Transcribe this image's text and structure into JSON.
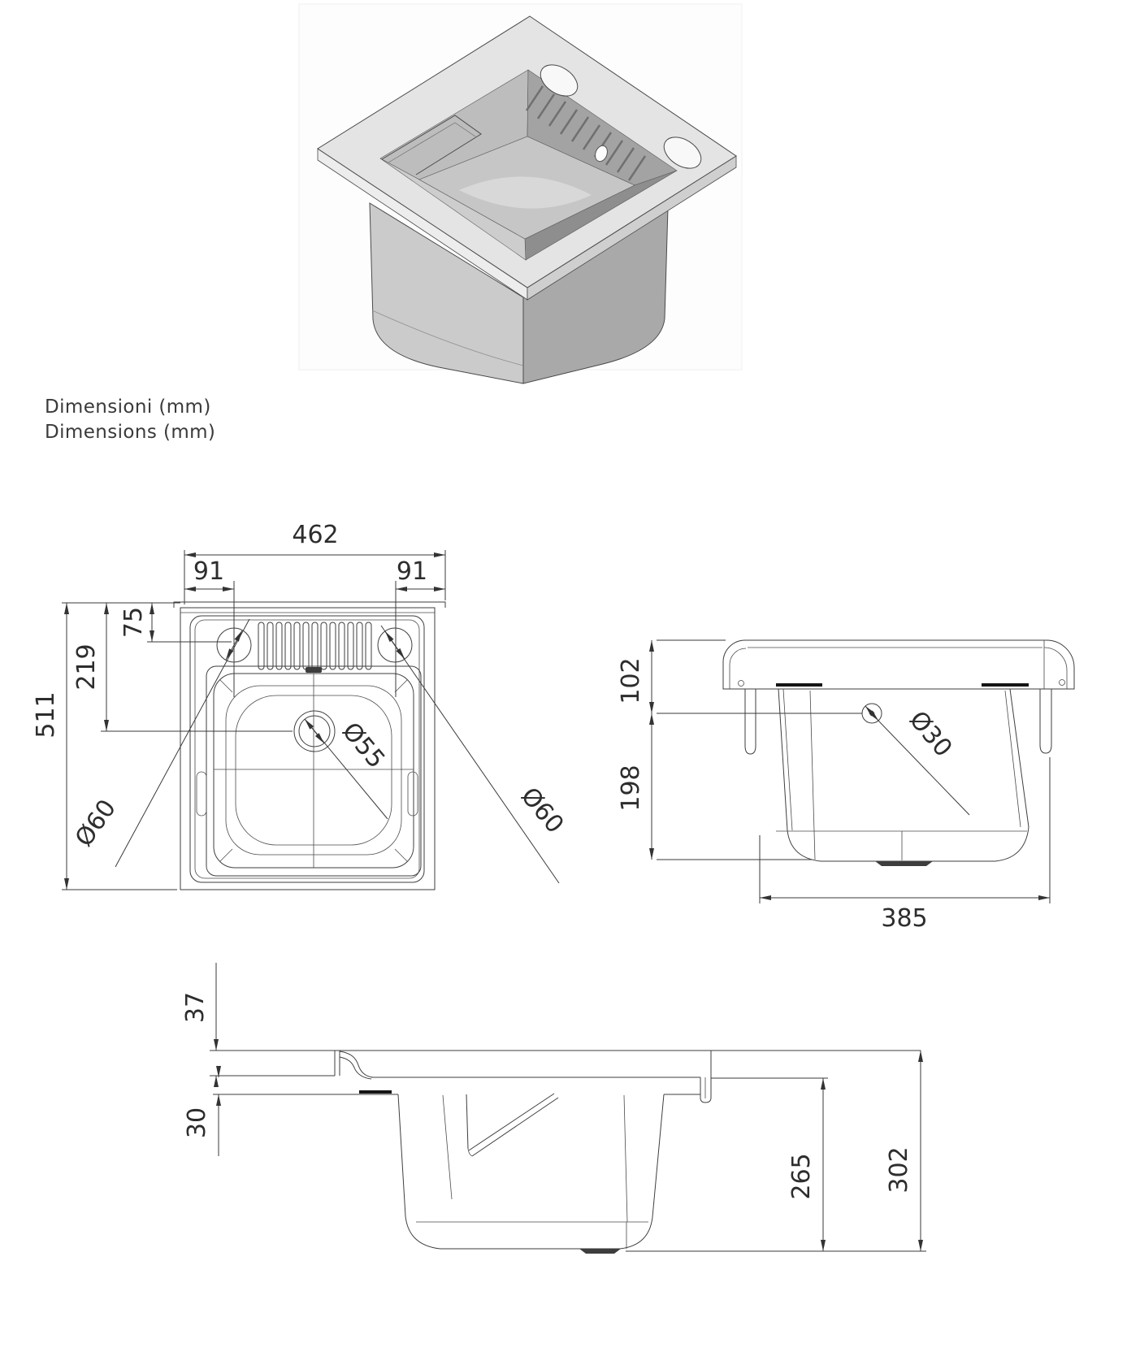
{
  "title": {
    "line1": "Dimensioni (mm)",
    "line2": "Dimensions (mm)"
  },
  "plan_view": {
    "overall_width": "462",
    "left_hole_offset": "91",
    "right_hole_offset": "91",
    "hole_centre_from_back": "75",
    "drain_centre_from_back": "219",
    "overall_depth": "511",
    "left_hole_dia": "Ø60",
    "right_hole_dia": "Ø60",
    "drain_dia": "Ø55"
  },
  "side_view": {
    "overflow_from_top": "102",
    "overflow_to_base": "198",
    "body_depth": "385",
    "overflow_dia": "Ø30"
  },
  "section_view": {
    "rim_thickness": "37",
    "apron_height": "30",
    "basin_height": "265",
    "overall_height": "302"
  }
}
